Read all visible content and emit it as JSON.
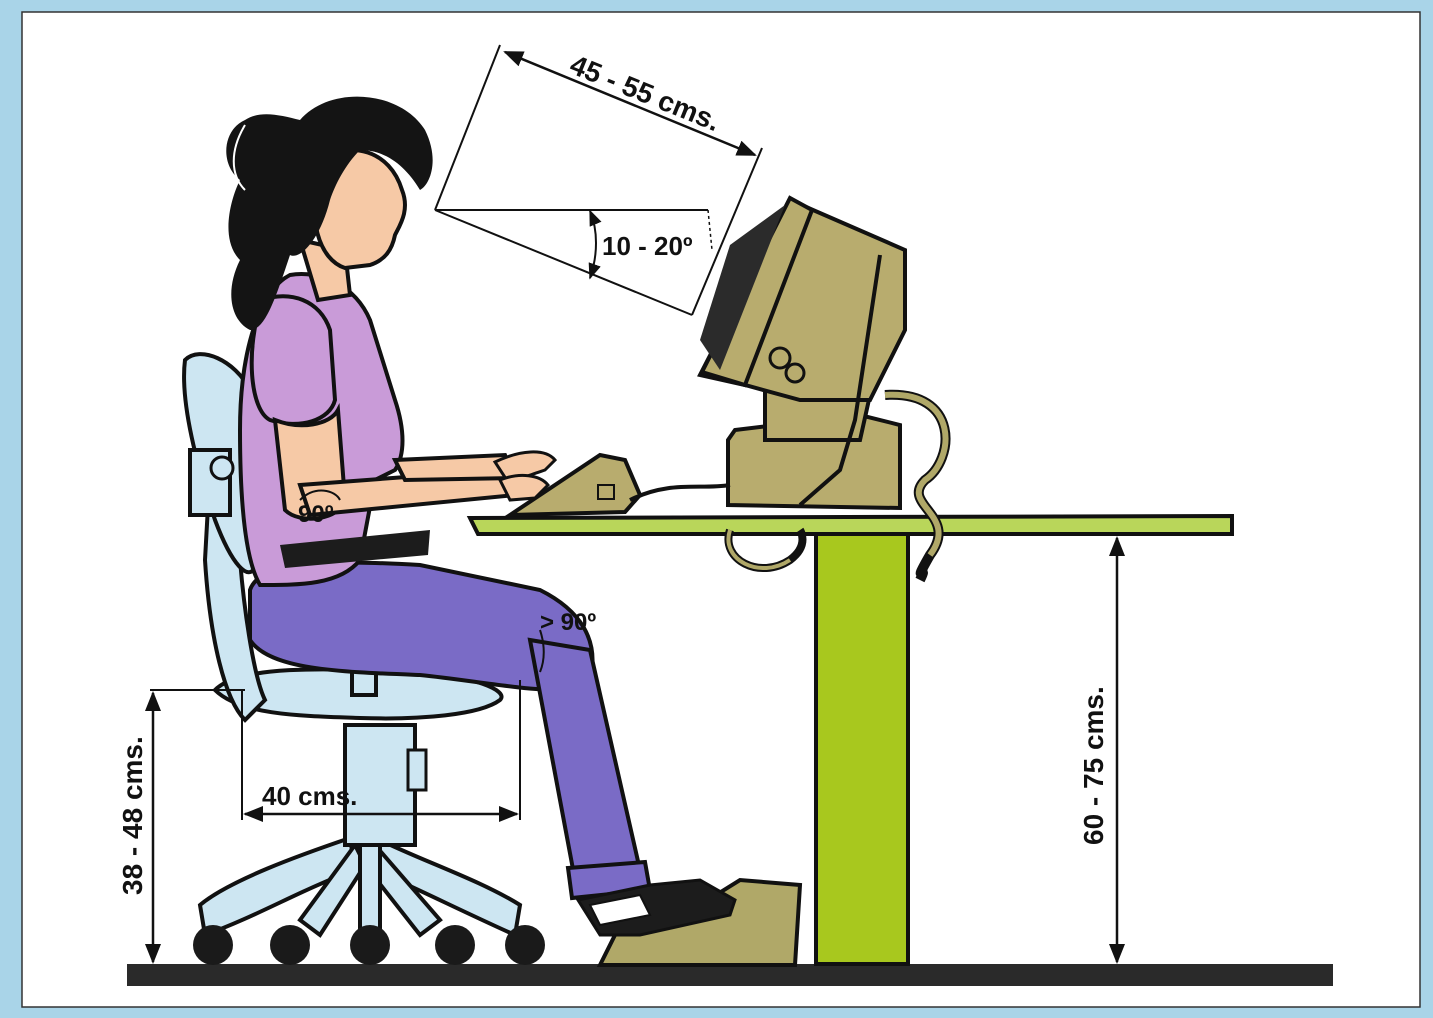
{
  "colors": {
    "border_blue": "#a9d4e8",
    "paper": "#ffffff",
    "floor": "#2a2a2a",
    "chair": "#cde6f2",
    "chair_dark": "#1a1a1a",
    "shirt": "#c99bd8",
    "jeans": "#7a6bc6",
    "skin": "#f6c9a6",
    "hair": "#141414",
    "monitor": "#b8ac6e",
    "table_leg": "#a8c81e",
    "table_top": "#b9d65a",
    "footrest": "#b0a868",
    "shoe": "#1c1c1c"
  },
  "labels": {
    "view_distance": "45 - 55 cms.",
    "gaze_angle": "10 - 20º",
    "elbow_angle": "90º",
    "knee_angle": "> 90º",
    "seat_depth": "40 cms.",
    "seat_height": "38 - 48 cms.",
    "desk_height": "60 - 75 cms."
  }
}
